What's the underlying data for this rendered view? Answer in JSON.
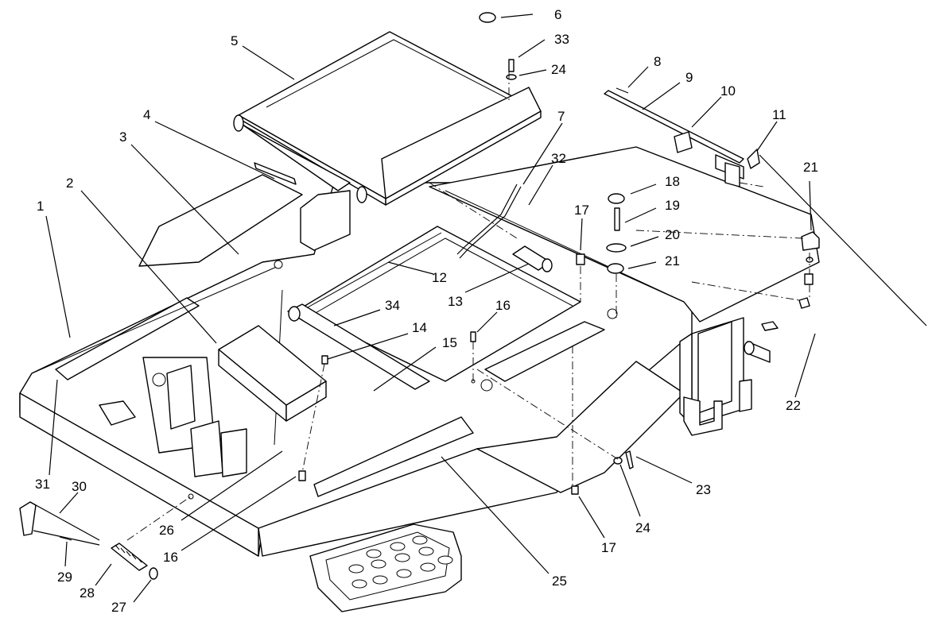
{
  "diagram": {
    "callouts": [
      {
        "label": "1"
      },
      {
        "label": "2"
      },
      {
        "label": "3"
      },
      {
        "label": "4"
      },
      {
        "label": "5"
      },
      {
        "label": "6"
      },
      {
        "label": "33"
      },
      {
        "label": "24"
      },
      {
        "label": "7"
      },
      {
        "label": "32"
      },
      {
        "label": "8"
      },
      {
        "label": "9"
      },
      {
        "label": "10"
      },
      {
        "label": "11"
      },
      {
        "label": "21"
      },
      {
        "label": "18"
      },
      {
        "label": "19"
      },
      {
        "label": "17"
      },
      {
        "label": "20"
      },
      {
        "label": "21"
      },
      {
        "label": "12"
      },
      {
        "label": "13"
      },
      {
        "label": "34"
      },
      {
        "label": "16"
      },
      {
        "label": "14"
      },
      {
        "label": "15"
      },
      {
        "label": "22"
      },
      {
        "label": "23"
      },
      {
        "label": "24"
      },
      {
        "label": "17"
      },
      {
        "label": "25"
      },
      {
        "label": "31"
      },
      {
        "label": "30"
      },
      {
        "label": "29"
      },
      {
        "label": "28"
      },
      {
        "label": "27"
      },
      {
        "label": "26"
      },
      {
        "label": "16"
      }
    ]
  }
}
